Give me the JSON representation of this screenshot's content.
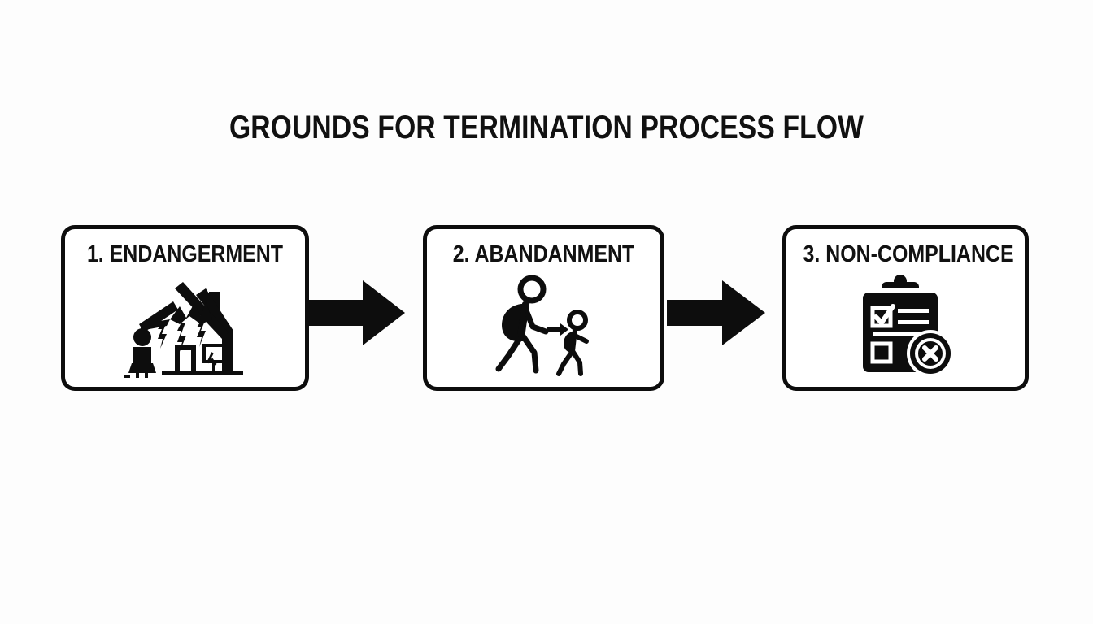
{
  "page": {
    "title": "GROUNDS FOR TERMINATION PROCESS FLOW",
    "background_color": "#fdfdfd",
    "ink_color": "#0d0d0d"
  },
  "flow": {
    "steps": [
      {
        "label": "1. ENDANGERMENT",
        "number": "1",
        "icon": "damaged-house-with-child-icon"
      },
      {
        "label": "2. ABANDANMENT",
        "number": "2",
        "icon": "adult-walking-away-from-child-icon"
      },
      {
        "label": "3. NON-COMPLIANCE",
        "number": "3",
        "icon": "clipboard-checklist-rejected-icon"
      }
    ],
    "connectors": [
      {
        "icon": "right-arrow-icon",
        "from": "1. ENDANGERMENT",
        "to": "2. ABANDANMENT"
      },
      {
        "icon": "right-arrow-icon",
        "from": "2. ABANDANMENT",
        "to": "3. NON-COMPLIANCE"
      }
    ]
  }
}
